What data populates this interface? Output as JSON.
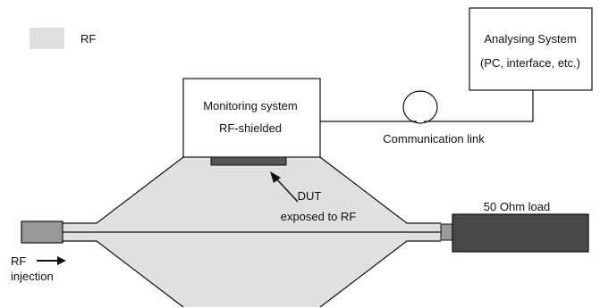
{
  "legend": {
    "rf_label": "RF"
  },
  "boxes": {
    "analysing_system": {
      "line1": "Analysing System",
      "line2": "(PC, interface, etc.)"
    },
    "monitoring_system": {
      "line1": "Monitoring system",
      "line2": "RF-shielded"
    }
  },
  "labels": {
    "communication_link": "Communication link",
    "dut_line1": "DUT",
    "dut_line2": "exposed to RF",
    "load": "50 Ohm load",
    "rf_injection_line1": "RF",
    "rf_injection_line2": "injection"
  },
  "colors": {
    "rf_region": "#e0e0e0",
    "dut": "#555555",
    "load": "#484848",
    "connector": "#999999",
    "stroke": "#111111"
  }
}
